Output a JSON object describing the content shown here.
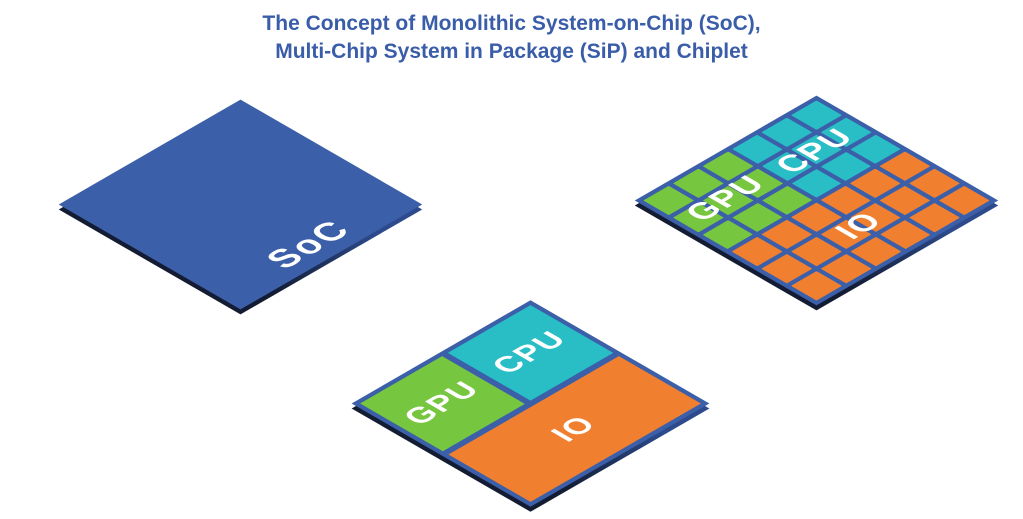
{
  "title": {
    "line1": "The Concept of Monolithic System-on-Chip (SoC),",
    "line2": "Multi-Chip System in Package (SiP) and Chiplet"
  },
  "colors": {
    "title_blue": "#3A5DA9",
    "base_blue": "#3B5FA8",
    "green": "#77C63F",
    "cyan": "#29BEC6",
    "orange": "#F0802F",
    "edge_blue": "#2C4A8C",
    "edge_dark": "#131C33",
    "label_white": "#FFFFFF"
  },
  "soc": {
    "label": "SoC"
  },
  "sip": {
    "cpu_label": "CPU",
    "gpu_label": "GPU",
    "io_label": "IO"
  },
  "chiplet": {
    "labels": {
      "gpu": "GPU",
      "cpu": "CPU",
      "io": "IO"
    },
    "legend": {
      "C": "cyan",
      "G": "green",
      "O": "orange"
    },
    "grid": [
      "CCCOOO",
      "CCCOOO",
      "CCCOOO",
      "GGGOOO",
      "GGGOOO",
      "GGGOOO"
    ]
  }
}
